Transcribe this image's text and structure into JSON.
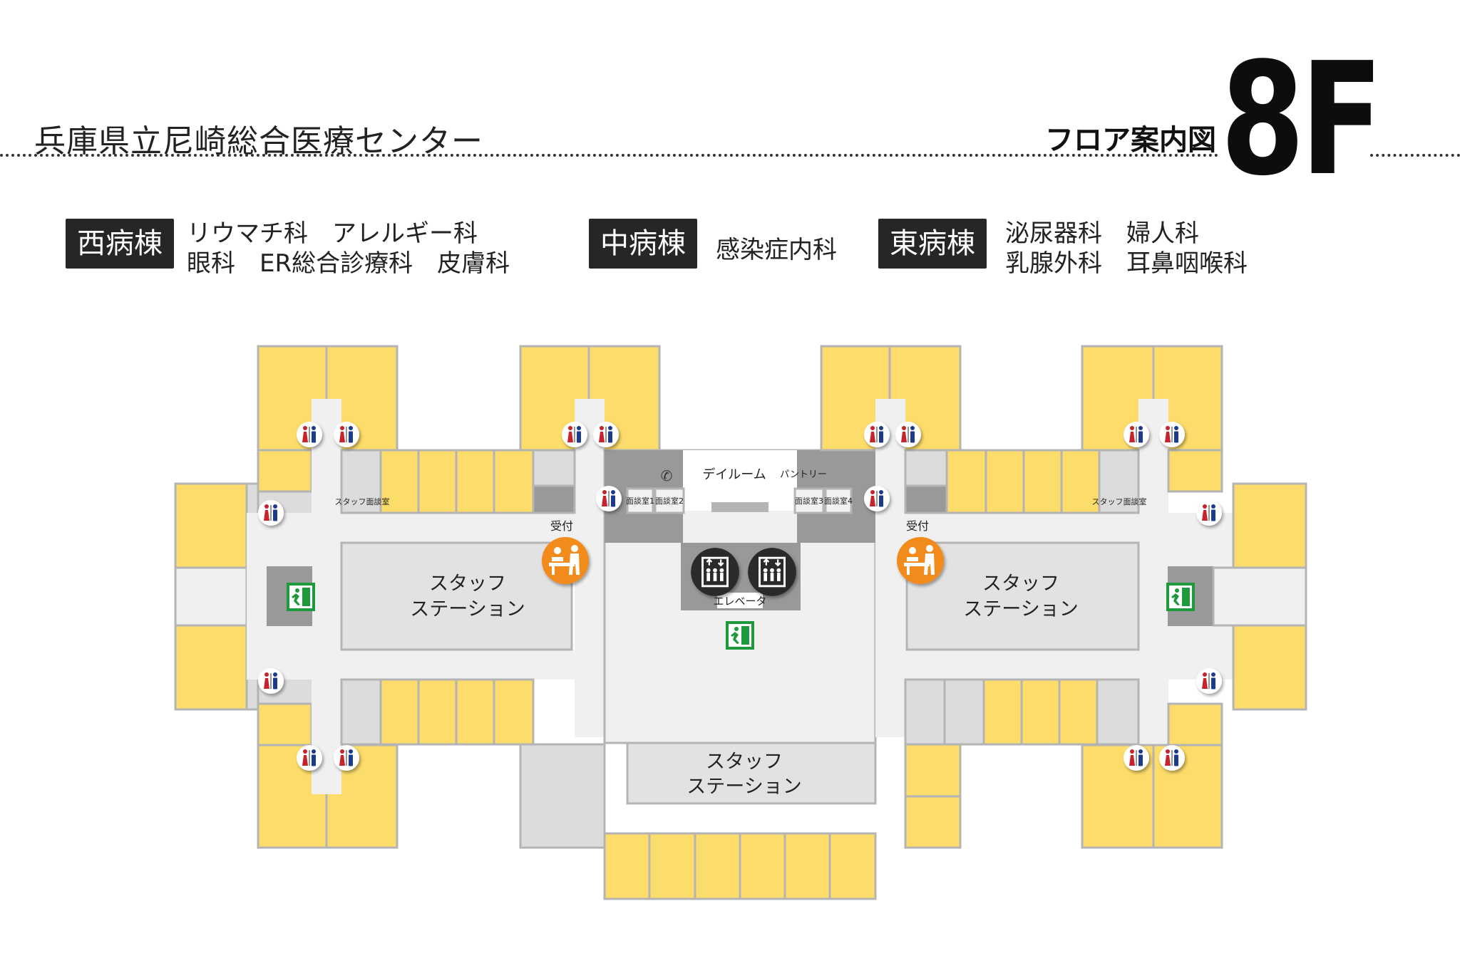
{
  "header": {
    "hospital_name": "兵庫県立尼崎総合医療センター",
    "floor_guide_label": "フロア案内図",
    "floor_number": "8F"
  },
  "legend": {
    "west": {
      "name": "西病棟",
      "line1": "リウマチ科　アレルギー科",
      "line2": "眼科　ER総合診療科　皮膚科"
    },
    "center": {
      "name": "中病棟",
      "line1": "感染症内科"
    },
    "east": {
      "name": "東病棟",
      "line1": "泌尿器科　婦人科",
      "line2": "乳腺外科　耳鼻咽喉科"
    }
  },
  "map": {
    "staff_station": "スタッフ\nステーション",
    "staff_station_line1": "スタッフ",
    "staff_station_line2": "ステーション",
    "reception": "受付",
    "elevator": "エレベータ",
    "dayroom": "デイルーム",
    "pantry": "パントリー",
    "staff_meeting_room": "スタッフ面談室",
    "consult_1": "面談室1",
    "consult_2": "面談室2",
    "consult_3": "面談室3",
    "consult_4": "面談室4",
    "icons": [
      "restroom-icon",
      "reception-icon",
      "elevator-icon",
      "emergency-exit-icon",
      "phone-icon"
    ]
  },
  "colors": {
    "room_yellow": "#fcdc6a",
    "corridor": "#f0f0f0",
    "area_gray": "#dcdcdc",
    "dark_gray": "#999999",
    "wall": "#b4b4b4",
    "reception_orange": "#f18c1e",
    "exit_green": "#1e9a3c",
    "ward_tag_bg": "#262626"
  }
}
